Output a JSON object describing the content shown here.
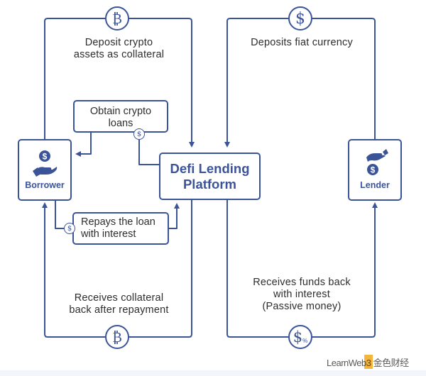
{
  "diagram": {
    "title": "Defi Lending Platform flow",
    "colors": {
      "primary": "#3b5499",
      "text": "#2d2d2d",
      "watermark_accent": "#f0a81c"
    },
    "platform": {
      "line1": "Defi Lending",
      "line2": "Platform"
    },
    "actors": {
      "borrower": {
        "label": "Borrower",
        "icon": "hand-holding-dollar-icon"
      },
      "lender": {
        "label": "Lender",
        "icon": "hand-giving-dollar-icon"
      }
    },
    "flows": {
      "deposit_collateral": {
        "line1": "Deposit crypto",
        "line2": "assets as collateral",
        "coin_symbol": "₿"
      },
      "obtain_loans": {
        "line1": "Obtain crypto",
        "line2": "loans",
        "coin_symbol": "$"
      },
      "repays_loan": {
        "line1": "Repays the loan",
        "line2": "with interest",
        "coin_symbol": "$"
      },
      "receives_collateral": {
        "line1": "Receives collateral",
        "line2": "back after repayment",
        "coin_symbol": "₿"
      },
      "deposits_fiat": {
        "line1": "Deposits fiat currency",
        "coin_symbol": "$"
      },
      "receives_funds": {
        "line1": "Receives funds back",
        "line2": "with interest",
        "line3": "(Passive money)",
        "coin_symbol": "$",
        "coin_suffix": "%"
      }
    },
    "watermark": {
      "text": "LearnWeb3 金色财经"
    }
  }
}
